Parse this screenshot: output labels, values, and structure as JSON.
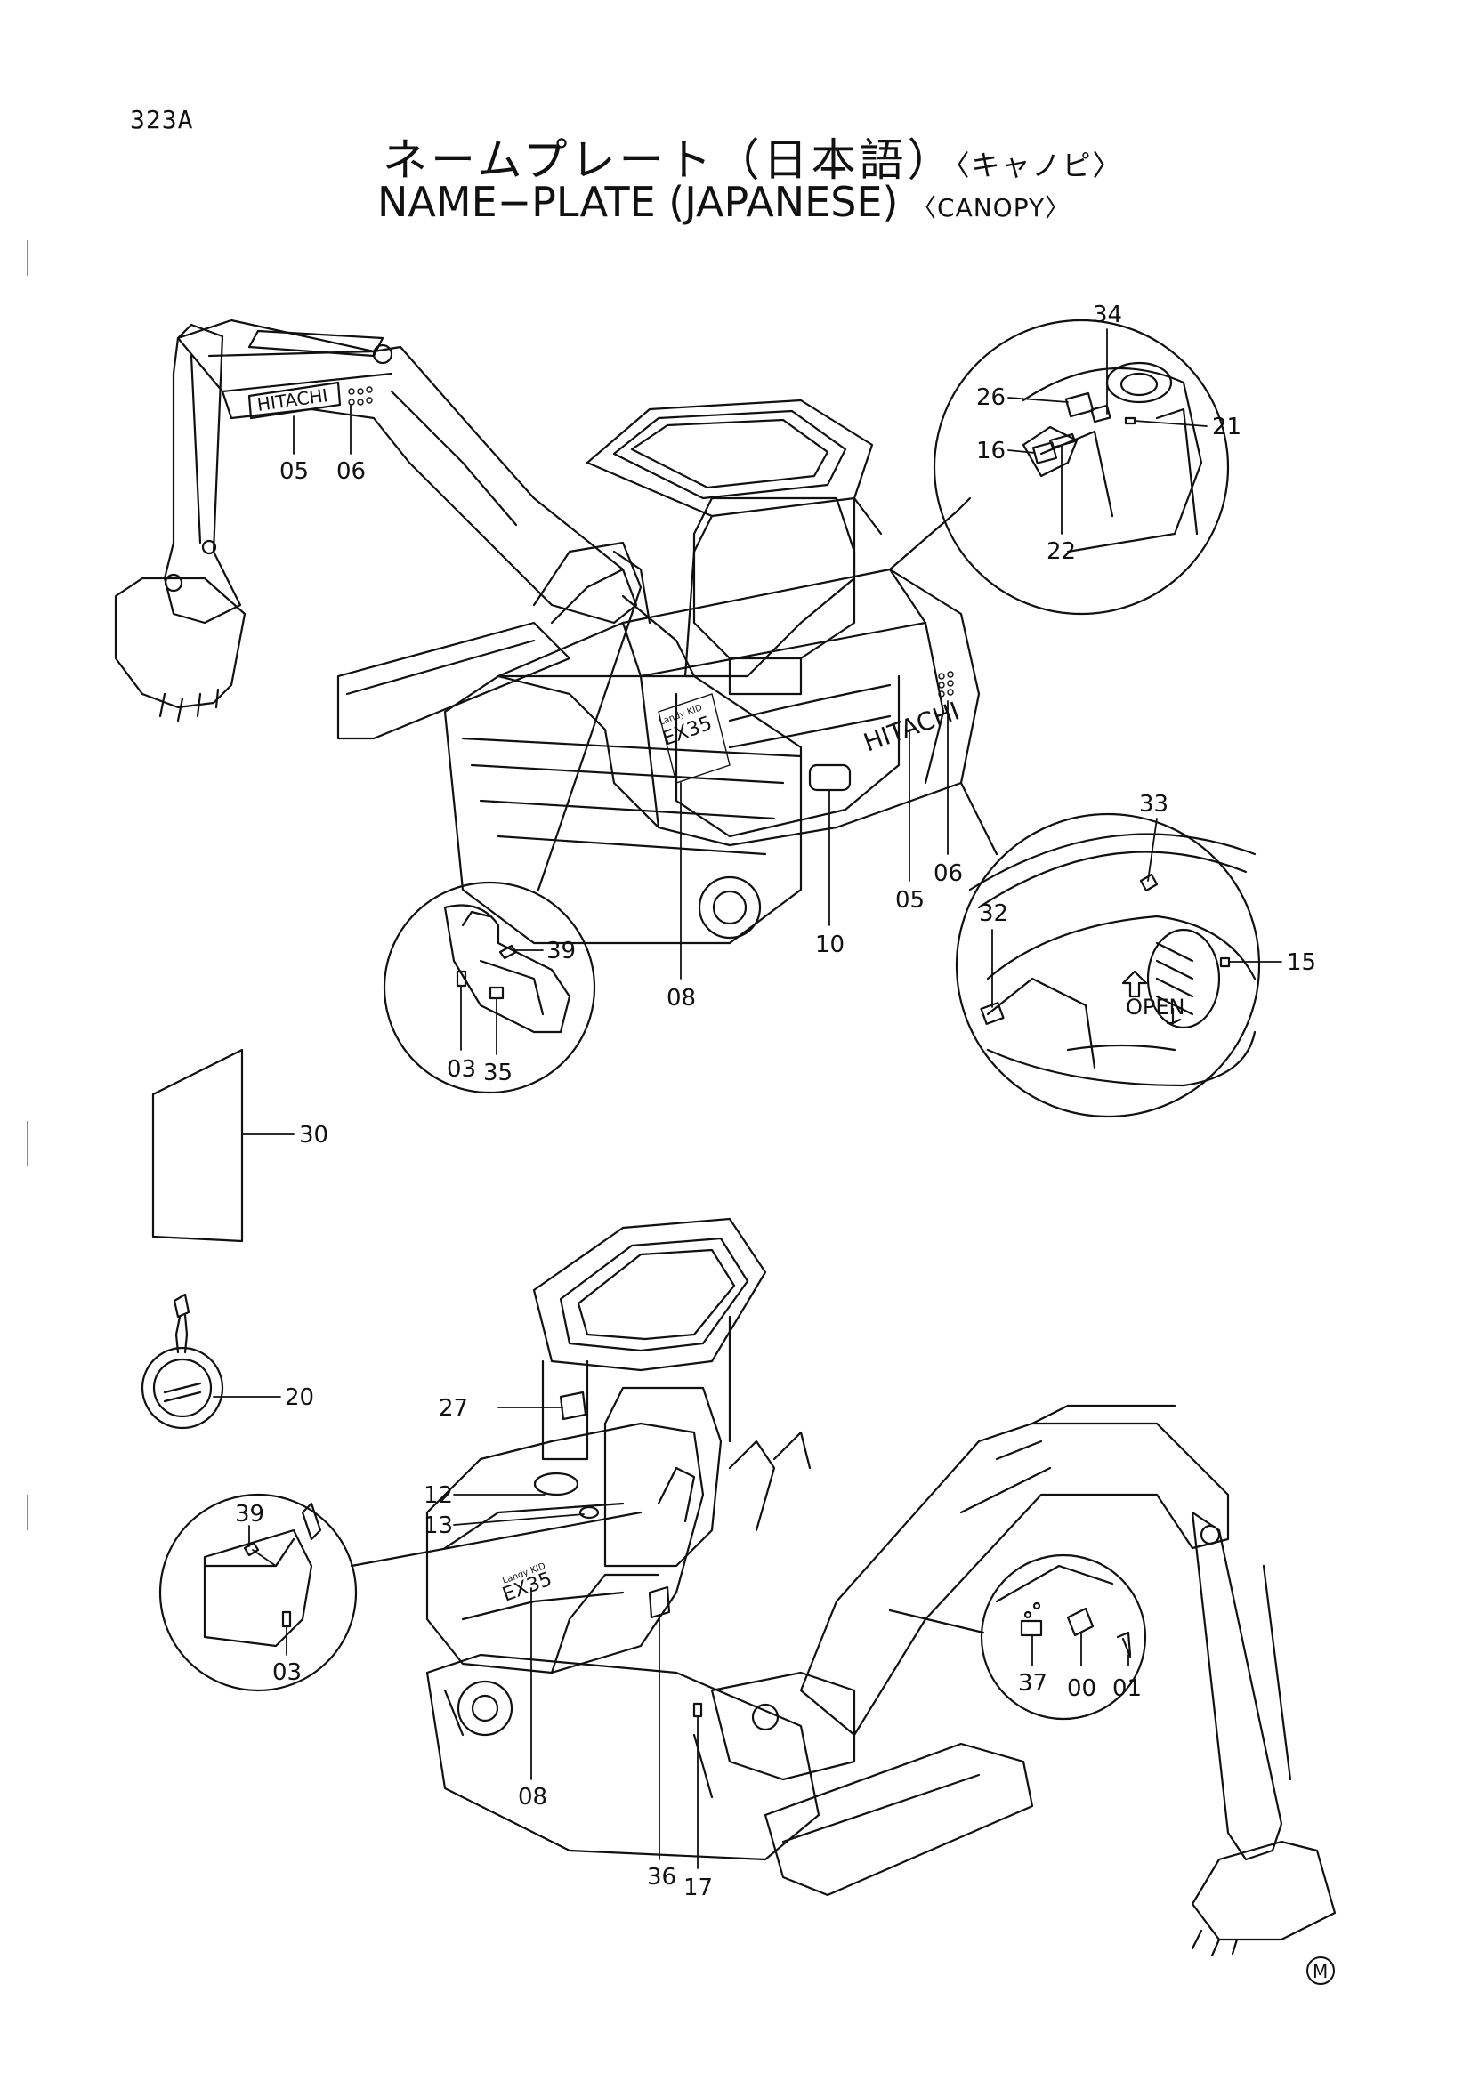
{
  "page_code": "323A",
  "title": {
    "jp_main": "ネームプレート（日本語）",
    "jp_sub": "〈キャノピ〉",
    "en_main": "NAME−PLATE (JAPANESE)",
    "en_sub": "〈CANOPY〉"
  },
  "drawing_text": {
    "hitachi": "HITACHI",
    "model": "EX35",
    "landy": "Landy KID",
    "open": "OPEN",
    "marker": "M"
  },
  "callouts": {
    "upper_boom_plate": "05",
    "upper_boom_dots": "06",
    "upper_top_34": "34",
    "upper_top_26": "26",
    "upper_top_21": "21",
    "upper_top_16": "16",
    "upper_top_22": "22",
    "upper_rear_33": "33",
    "upper_rear_32": "32",
    "upper_rear_15": "15",
    "upper_body_05": "05",
    "upper_body_06": "06",
    "upper_body_10": "10",
    "upper_body_08": "08",
    "upper_lever_39": "39",
    "upper_lever_03": "03",
    "upper_lever_35": "35",
    "manual_30": "30",
    "key_20": "20",
    "lower_27": "27",
    "lower_12": "12",
    "lower_13": "13",
    "lower_lever_39": "39",
    "lower_lever_03": "03",
    "lower_08": "08",
    "lower_36": "36",
    "lower_17": "17",
    "lower_37": "37",
    "lower_00": "00",
    "lower_01": "01"
  }
}
